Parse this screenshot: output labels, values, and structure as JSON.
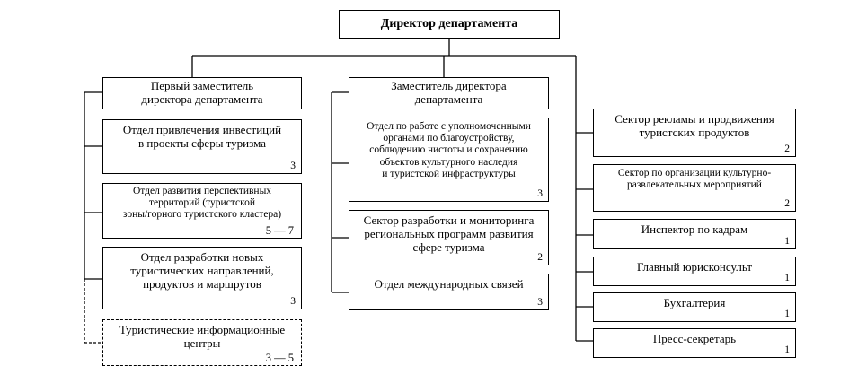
{
  "director": "Директор департамента",
  "first_deputy": {
    "title": "Первый заместитель\nдиректора департамента",
    "units": [
      {
        "name": "Отдел привлечения инвестиций\nв проекты сферы туризма",
        "count": "3"
      },
      {
        "name": "Отдел развития перспективных\nтерриторий (туристской\nзоны/горного туристского кластера)",
        "count": "5 — 7"
      },
      {
        "name": "Отдел разработки новых\nтуристических направлений,\nпродуктов и маршрутов",
        "count": "3"
      },
      {
        "name": "Туристические информационные\nцентры",
        "count": "3 — 5"
      }
    ]
  },
  "deputy": {
    "title": "Заместитель директора\nдепартамента",
    "units": [
      {
        "name": "Отдел по работе с уполномоченными\nорганами по благоустройству,\nсоблюдению чистоты и сохранению\nобъектов культурного наследия\nи туристской инфраструктуры",
        "count": "3"
      },
      {
        "name": "Сектор разработки и мониторинга\nрегиональных программ развития\nсфере туризма",
        "count": "2"
      },
      {
        "name": "Отдел международных связей",
        "count": "3"
      }
    ]
  },
  "direct_units": [
    {
      "name": "Сектор рекламы и продвижения\nтуристских продуктов",
      "count": "2"
    },
    {
      "name": "Сектор по организации культурно-\nразвлекательных мероприятий",
      "count": "2"
    },
    {
      "name": "Инспектор по кадрам",
      "count": "1"
    },
    {
      "name": "Главный юрисконсульт",
      "count": "1"
    },
    {
      "name": "Бухгалтерия",
      "count": "1"
    },
    {
      "name": "Пресс-секретарь",
      "count": "1"
    }
  ]
}
